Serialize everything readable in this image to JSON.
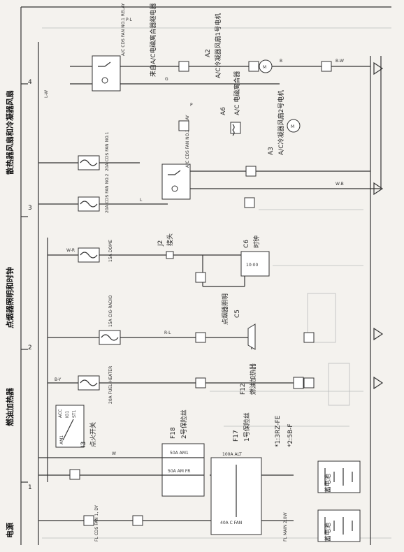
{
  "sections": [
    {
      "name": "电源"
    },
    {
      "name": "燃油加热器"
    },
    {
      "name": "点烟器照明和时钟"
    },
    {
      "name": "散热器风扇和冷凝器风扇"
    }
  ],
  "column_numbers": [
    "1",
    "2",
    "3",
    "4"
  ],
  "components": {
    "a2": {
      "id": "A2",
      "name": "A/C冷凝器风扇1号电机"
    },
    "a3": {
      "id": "A3",
      "name": "A/C冷凝器风扇2号电机"
    },
    "a6": {
      "id": "A6",
      "name": "A/C 电磁离合器"
    },
    "relay_note": {
      "name": "来自A/C电磁离合器继电器"
    },
    "c5": {
      "id": "C5",
      "name": "点烟器照明"
    },
    "c6": {
      "id": "C6",
      "name": "时钟"
    },
    "clock_display": "10:00",
    "j2": {
      "id": "J2",
      "name": "接头"
    },
    "f12": {
      "id": "F12",
      "name": "燃油加热器"
    },
    "i3": {
      "id": "I3",
      "name": "点火开关"
    },
    "f17": {
      "id": "F17",
      "name": "1号保险丝"
    },
    "f18": {
      "id": "F18",
      "name": "2号保险丝"
    },
    "battery": {
      "name": "蓄电池"
    }
  },
  "fuses": {
    "dome": "15A DOME",
    "cig_radio": "15A CIG-RADIO",
    "fuel_heater": "20A FUEL-HEATER",
    "cds_fan1": "20A CDS FAN NO.1",
    "cds_fan2": "20A CDS FAN NO.2",
    "am1": "50A AM1",
    "am_fr": "50A AM FR",
    "alt": "100A ALT",
    "rdi_fan": "40A C FAN",
    "fl_cds": "FL CDS FAN 1, DY",
    "fl_main": "FL MAIN 2.0W"
  },
  "relays": {
    "cds_fan1_relay": "A/C CDS FAN NO.1 RELAY",
    "cds_fan2_relay": "A/C CDS FAN NO.2 RELAY"
  },
  "switch_terms": [
    "ACC",
    "IG1",
    "ST1",
    "AM1"
  ],
  "wire_colors": [
    "W-R",
    "W",
    "B",
    "B-Y",
    "B-W",
    "R-L",
    "W-B",
    "L-W",
    "P-L",
    "L",
    "G",
    "P"
  ],
  "notes": [
    "*1:3RZ-FE",
    "*2:5B-F"
  ]
}
